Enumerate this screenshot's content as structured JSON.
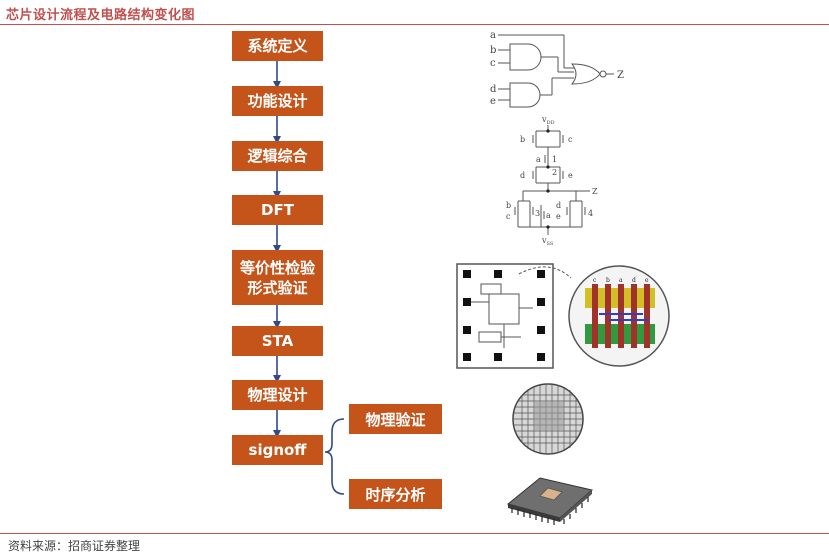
{
  "header": {
    "title": "芯片设计流程及电路结构变化图"
  },
  "flow": {
    "steps": [
      {
        "label": "系统定义"
      },
      {
        "label": "功能设计"
      },
      {
        "label": "逻辑综合"
      },
      {
        "label": "DFT"
      },
      {
        "label": "等价性检验\n形式验证"
      },
      {
        "label": "STA"
      },
      {
        "label": "物理设计"
      },
      {
        "label": "signoff"
      }
    ],
    "branches": [
      {
        "label": "物理验证"
      },
      {
        "label": "时序分析"
      }
    ]
  },
  "gate_diagram": {
    "inputs": [
      "a",
      "b",
      "c",
      "d",
      "e"
    ],
    "output": "Z"
  },
  "transistor_diagram": {
    "supply_label": "v",
    "supply_sub": "DD",
    "ground_label": "v",
    "ground_sub": "SS",
    "node_labels": [
      "b",
      "c",
      "a",
      "d",
      "e",
      "b",
      "c",
      "a",
      "d",
      "e",
      "1",
      "2",
      "3",
      "4"
    ],
    "output": "Z"
  },
  "layout_diagram": {
    "cell_labels": [
      "c",
      "b",
      "a",
      "d",
      "e"
    ]
  },
  "colors": {
    "accent": "#c0504d",
    "box_fill": "#c5541b",
    "arrow": "#2f4b8c"
  },
  "footer": {
    "source": "资料来源：招商证券整理"
  }
}
